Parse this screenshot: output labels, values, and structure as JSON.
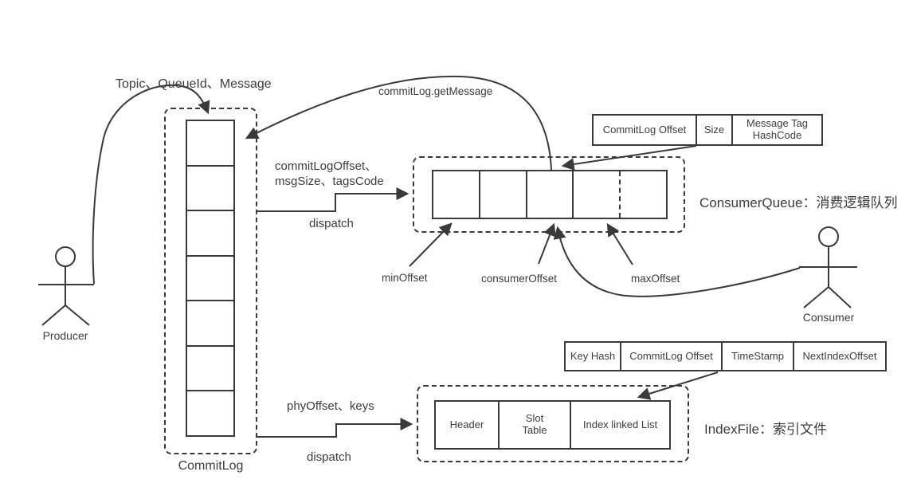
{
  "colors": {
    "stroke": "#3a3a3a",
    "text": "#3d3d3d",
    "background": "#ffffff"
  },
  "actors": {
    "producer_label": "Producer",
    "consumer_label": "Consumer"
  },
  "commitlog": {
    "label": "CommitLog",
    "cell_count": 7
  },
  "consumer_queue": {
    "caption": "ConsumerQueue：消费逻辑队列",
    "cell_count": 5,
    "unit_fields": [
      "CommitLog Offset",
      "Size",
      "Message Tag HashCode"
    ],
    "min_offset_label": "minOffset",
    "consumer_offset_label": "consumerOffset",
    "max_offset_label": "maxOffset"
  },
  "index_file": {
    "caption": "IndexFile：索引文件",
    "sections": [
      "Header",
      "Slot Table",
      "Index linked List"
    ],
    "unit_fields": [
      "Key Hash",
      "CommitLog Offset",
      "TimeStamp",
      "NextIndexOffset"
    ]
  },
  "flows": {
    "produce_label": "Topic、QueueId、Message",
    "get_message_label": "commitLog.getMessage",
    "dispatch_cq_line1": "commitLogOffset、",
    "dispatch_cq_line2": "msgSize、tagsCode",
    "dispatch_cq_verb": "dispatch",
    "dispatch_index_label": "phyOffset、keys",
    "dispatch_index_verb": "dispatch"
  }
}
